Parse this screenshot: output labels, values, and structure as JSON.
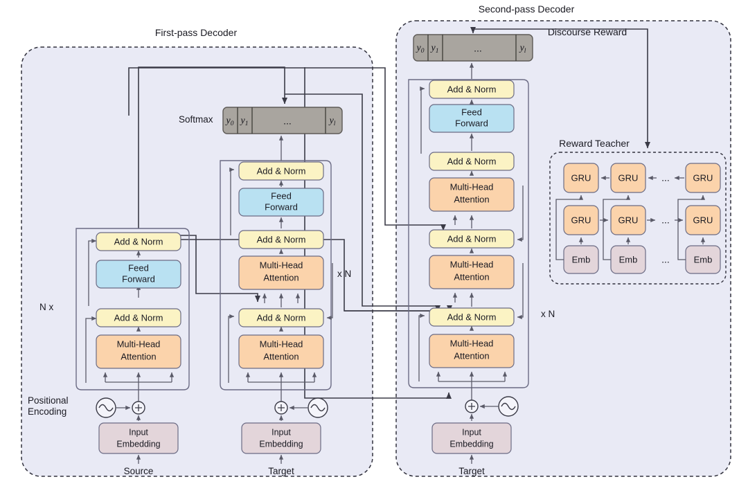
{
  "figure": {
    "title_first_pass": "First-pass Decoder",
    "title_second_pass": "Second-pass Decoder",
    "title_discourse_reward": "Discourse Reward",
    "title_reward_teacher": "Reward Teacher",
    "colors": {
      "panel_fill": "#e9eaf5",
      "add_norm": "#fbf3c4",
      "feed_forward": "#b9e1f2",
      "attention": "#fbd3ab",
      "embedding": "#e3d5da",
      "gru": "#fbd3ab",
      "emb": "#e3d5da",
      "token_strip": "#a9a59f",
      "stroke": "#30303c"
    },
    "labels": {
      "softmax": "Softmax",
      "positional_encoding_line1": "Positional",
      "positional_encoding_line2": "Encoding",
      "n_times_left": "N  x",
      "n_times_mid": "x N",
      "n_times_right": "x N",
      "source": "Source",
      "target": "Target",
      "ellipsis": "..."
    },
    "block_labels": {
      "add_norm": "Add & Norm",
      "feed_forward_line1": "Feed",
      "feed_forward_line2": "Forward",
      "attention_line1": "Multi-Head",
      "attention_line2": "Attention",
      "embedding_line1": "Input",
      "embedding_line2": "Embedding",
      "gru": "GRU",
      "emb": "Emb"
    },
    "tokens": {
      "y0": "y",
      "y0_sub": "0",
      "y1": "y",
      "y1_sub": "1",
      "yl": "y",
      "yl_sub": "l",
      "middle": "..."
    },
    "columns": {
      "first_pass_encoder": {
        "input": "Source",
        "stack": [
          "Multi-Head Attention",
          "Add & Norm",
          "Feed Forward",
          "Add & Norm"
        ],
        "repeat": "N  x"
      },
      "first_pass_decoder": {
        "input": "Target",
        "stack": [
          "Multi-Head Attention",
          "Add & Norm",
          "Multi-Head Attention",
          "Add & Norm",
          "Feed Forward",
          "Add & Norm"
        ],
        "repeat": "x N",
        "output": "Softmax"
      },
      "second_pass_decoder": {
        "input": "Target",
        "stack": [
          "Multi-Head Attention",
          "Add & Norm",
          "Multi-Head Attention",
          "Add & Norm",
          "Multi-Head Attention",
          "Add & Norm",
          "Feed Forward",
          "Add & Norm"
        ],
        "repeat": "x N"
      },
      "reward_teacher": {
        "row_top": [
          "GRU",
          "GRU",
          "...",
          "GRU"
        ],
        "row_mid": [
          "GRU",
          "GRU",
          "...",
          "GRU"
        ],
        "row_bottom": [
          "Emb",
          "Emb",
          "...",
          "Emb"
        ]
      }
    }
  }
}
